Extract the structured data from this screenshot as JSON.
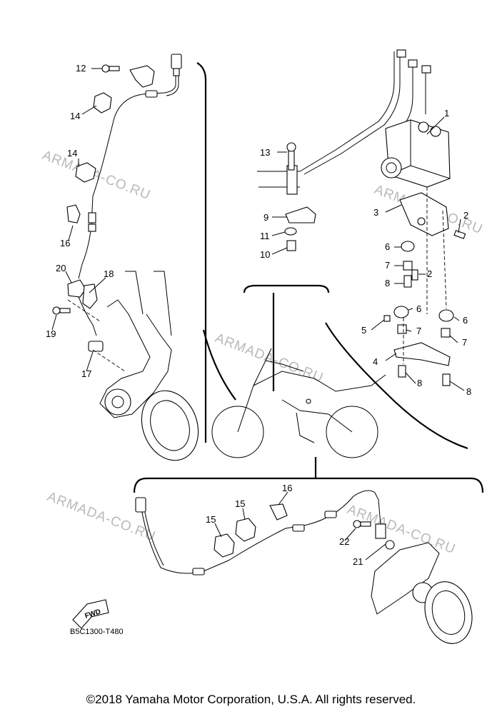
{
  "watermark": "ARMADA-CO.RU",
  "diagram_code": "B5C1300-T480",
  "fwd_label": "FWD",
  "copyright": "©2018 Yamaha Motor Corporation, U.S.A. All rights reserved.",
  "callouts": [
    "1",
    "2",
    "2",
    "3",
    "4",
    "5",
    "6",
    "6",
    "6",
    "7",
    "7",
    "7",
    "8",
    "8",
    "8",
    "9",
    "10",
    "11",
    "12",
    "13",
    "14",
    "14",
    "15",
    "15",
    "16",
    "16",
    "17",
    "18",
    "19",
    "20",
    "21",
    "22"
  ]
}
